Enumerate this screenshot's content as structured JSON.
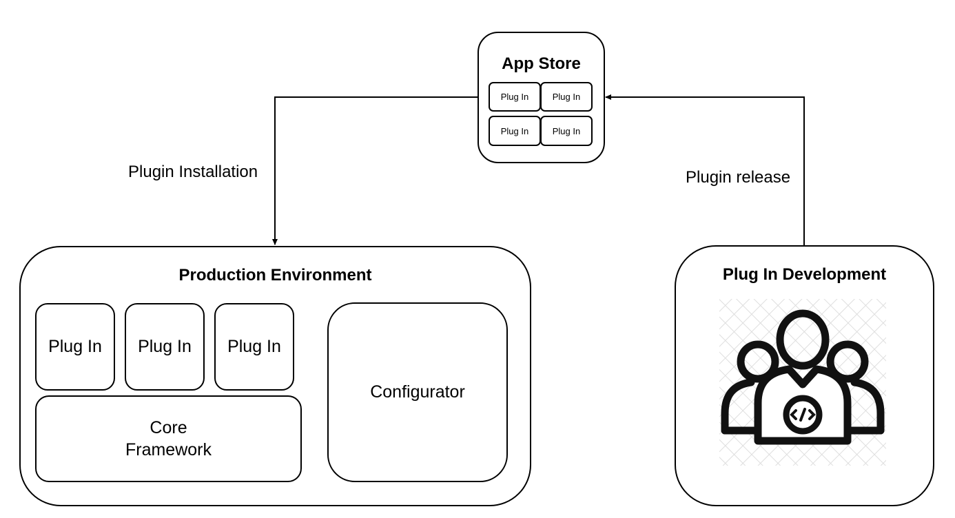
{
  "app_store": {
    "title": "App Store",
    "plugins": [
      "Plug In",
      "Plug In",
      "Plug In",
      "Plug In"
    ]
  },
  "production": {
    "title": "Production Environment",
    "plugins": [
      "Plug In",
      "Plug In",
      "Plug In"
    ],
    "core_line1": "Core",
    "core_line2": "Framework",
    "configurator": "Configurator"
  },
  "development": {
    "title": "Plug In Development",
    "icon": "developer-team-icon"
  },
  "edges": {
    "installation_label": "Plugin Installation",
    "release_label": "Plugin release"
  }
}
